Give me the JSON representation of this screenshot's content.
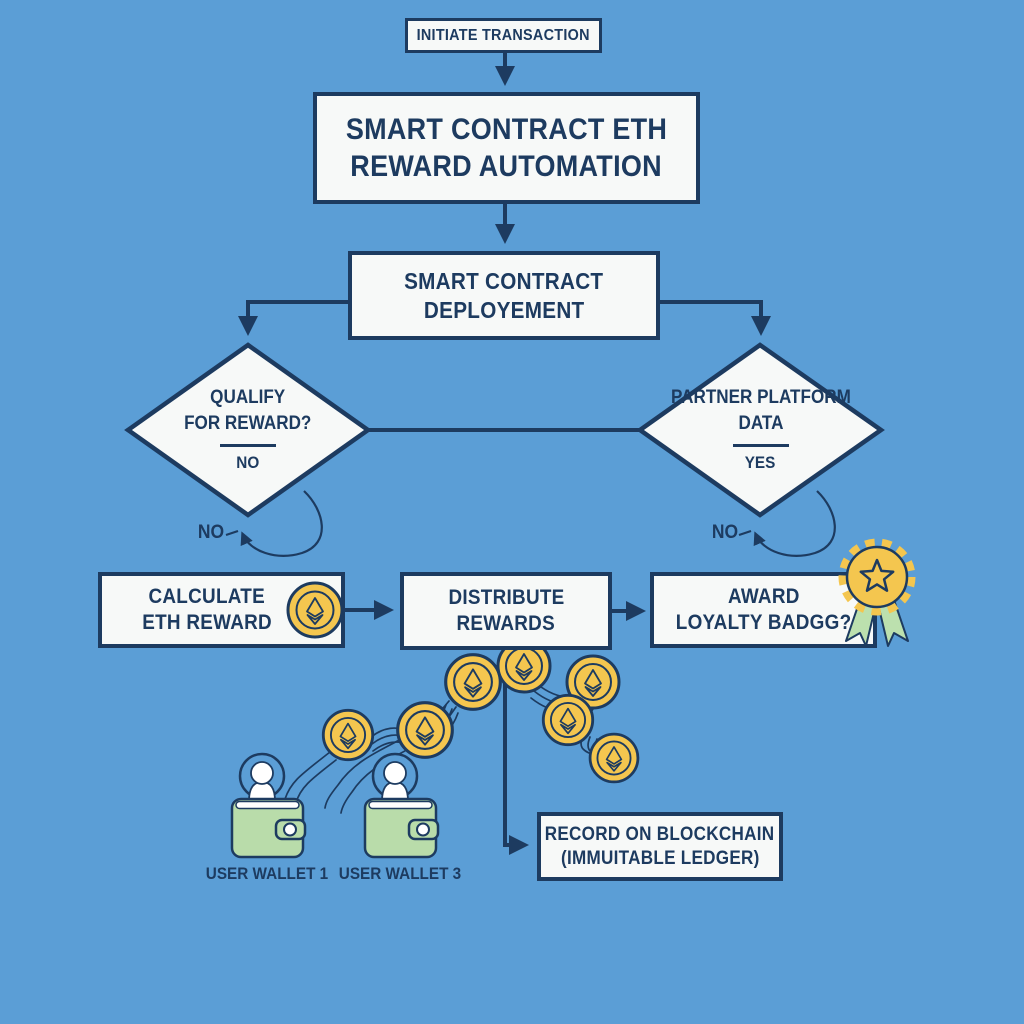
{
  "colors": {
    "background": "#5B9ED6",
    "ink_navy": "#1D3B60",
    "box_fill": "#F7F9F8",
    "coin_gold": "#F4C64F",
    "wallet_green": "#B9DCAA",
    "ribbon_green": "#BCE0AE"
  },
  "flow": {
    "initiate": {
      "label": "INITIATE TRANSACTION"
    },
    "main_title": {
      "line1": "SMART CONTRACT ETH",
      "line2": "REWARD AUTOMATION"
    },
    "deployment": {
      "line1": "SMART CONTRACT",
      "line2": "DEPLOYEMENT"
    },
    "qualify_decision": {
      "line1": "QUALIFY",
      "line2": "FOR REWARD?",
      "answer": "NO"
    },
    "partner_decision": {
      "line1": "PARTNER PLATFORM",
      "line2": "DATA",
      "answer": "YES"
    },
    "no_branch_left": "NO",
    "no_branch_right": "NO",
    "calculate": {
      "line1": "CALCULATE",
      "line2": "ETH REWARD"
    },
    "distribute": {
      "line1": "DISTRIBUTE",
      "line2": "REWARDS"
    },
    "award": {
      "line1": "AWARD",
      "line2": "LOYALTY BADGG?"
    },
    "record": {
      "line1": "RECORD ON BLOCKCHAIN",
      "line2": "(IMMUITABLE LEDGER)"
    },
    "wallet1_label": "USER WALLET 1",
    "wallet2_label": "USER WALLET 3"
  },
  "icons": {
    "eth_coin": "eth-coin-icon",
    "award_badge": "award-badge-icon",
    "user": "user-icon",
    "wallet": "wallet-icon"
  }
}
